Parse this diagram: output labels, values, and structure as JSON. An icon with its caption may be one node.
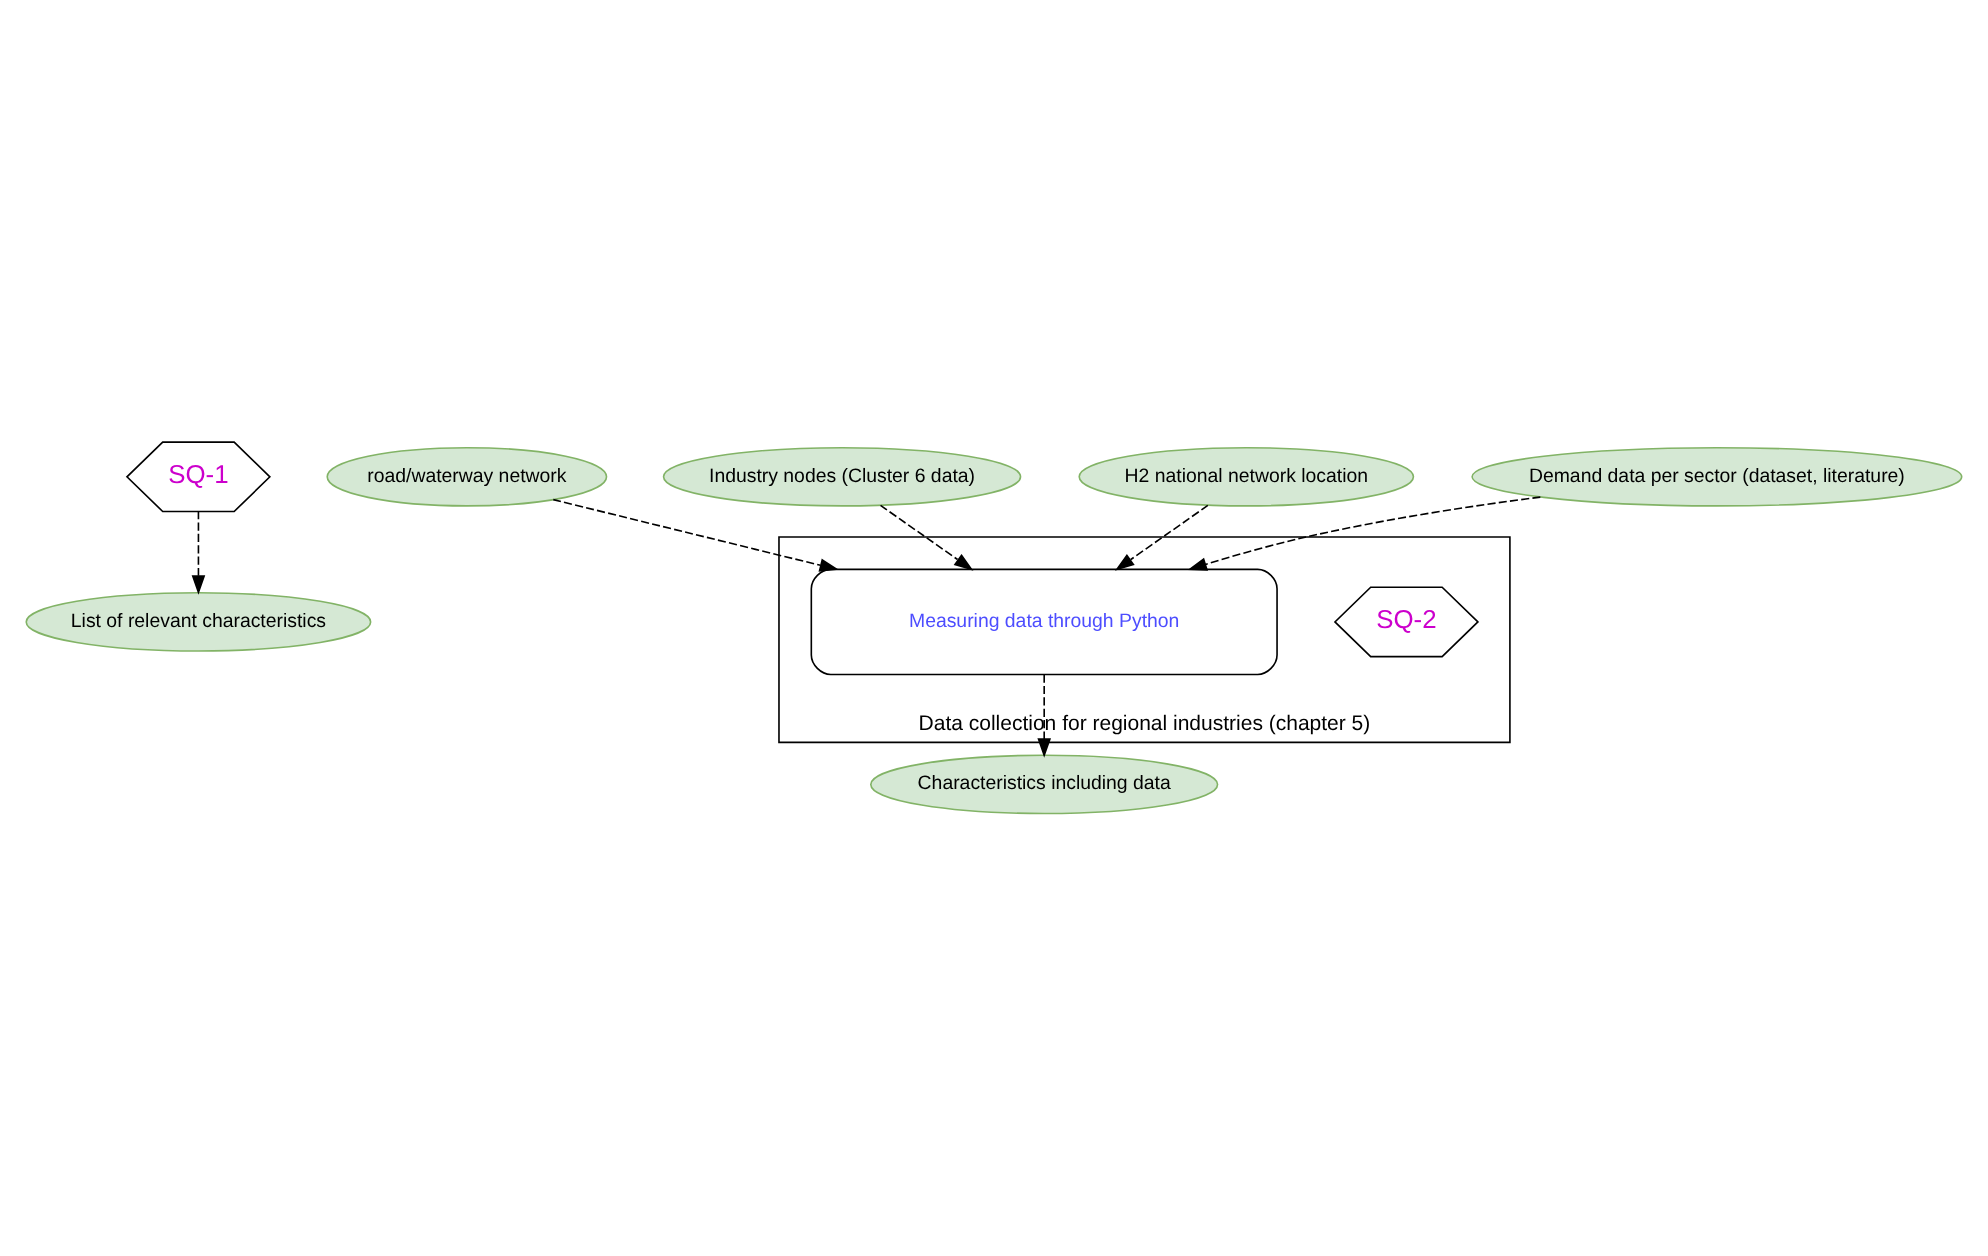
{
  "diagram": {
    "nodes": [
      {
        "text": [
          "SQ-1"
        ]
      },
      {
        "text": [
          "List of relevant characteristics"
        ]
      },
      {
        "text": [
          "Data collection for regional industries (chapter 5)"
        ]
      },
      {
        "text": [
          "SQ-2"
        ],
        "in": 2
      },
      {
        "text": [
          "Measuring data through Python"
        ],
        "in": 2
      },
      {
        "text": [
          "Characteristics including data"
        ]
      },
      {
        "text": [
          "road/waterway network"
        ]
      },
      {
        "text": [
          "Industry nodes (Cluster 6 data)"
        ]
      },
      {
        "text": [
          "H2 national network location"
        ]
      },
      {
        "text": [
          "Demand data per sector (dataset, literature)"
        ]
      }
    ],
    "edges": [
      {
        "from": 0,
        "to": 1,
        "arrow": "to",
        "style": "dashed"
      },
      {
        "from": 6,
        "to": 4,
        "arrow": "to",
        "style": "dashed"
      },
      {
        "from": 7,
        "to": 4,
        "arrow": "to",
        "style": "dashed"
      },
      {
        "from": 8,
        "to": 4,
        "arrow": "to",
        "style": "dashed"
      },
      {
        "from": 9,
        "to": 4,
        "arrow": "to",
        "style": "dashed"
      },
      {
        "from": 4,
        "to": 5,
        "arrow": "to",
        "style": "dashed"
      }
    ]
  }
}
